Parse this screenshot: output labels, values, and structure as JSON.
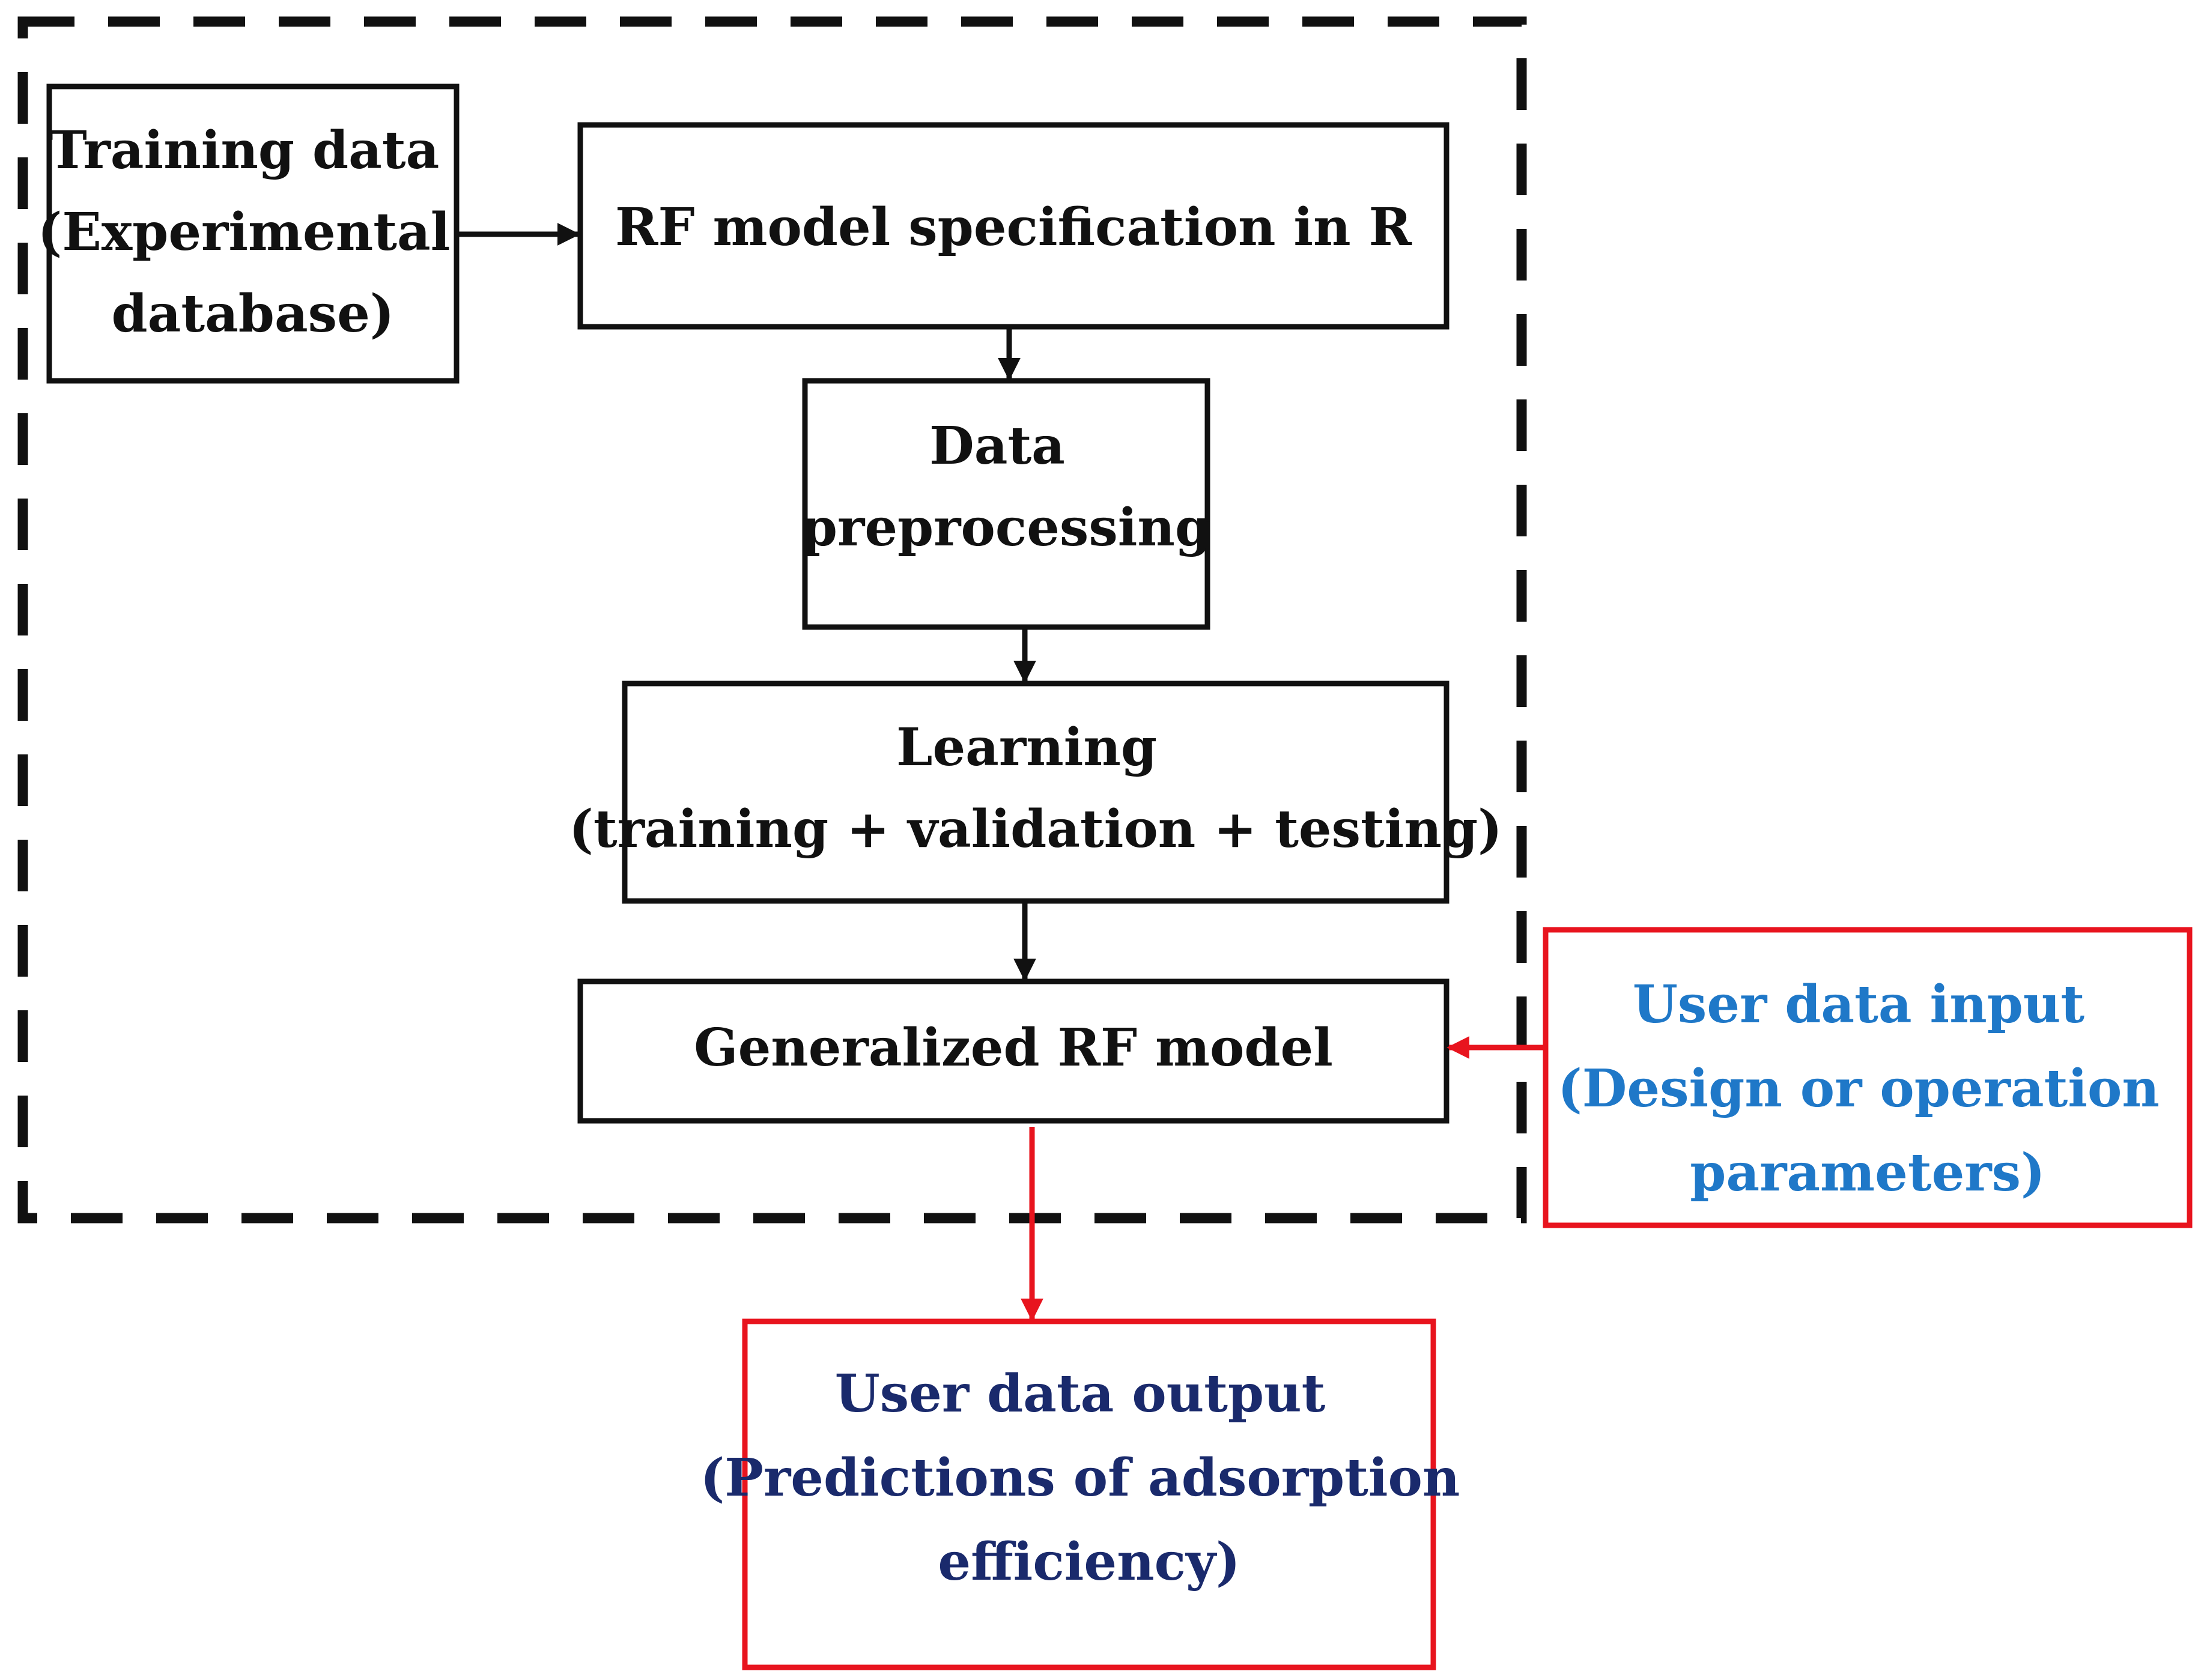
{
  "colors": {
    "black": "#111111",
    "red": "#e8141e",
    "input_text": "#1f78c8",
    "output_text": "#1a2a6c"
  },
  "nodes": {
    "training_data": {
      "lines": [
        "Training data",
        "(Experimental",
        "database)"
      ]
    },
    "rf_spec": {
      "lines": [
        "RF model specification in R"
      ]
    },
    "preprocessing": {
      "lines": [
        "Data",
        "preprocessing"
      ]
    },
    "learning": {
      "lines": [
        "Learning",
        "(training + validation + testing)"
      ]
    },
    "generalized": {
      "lines": [
        "Generalized RF model"
      ]
    },
    "user_input": {
      "lines": [
        "User data input",
        "(Design or operation",
        "parameters)"
      ]
    },
    "user_output": {
      "lines": [
        "User data output",
        "(Predictions of adsorption",
        "efficiency)"
      ]
    }
  }
}
